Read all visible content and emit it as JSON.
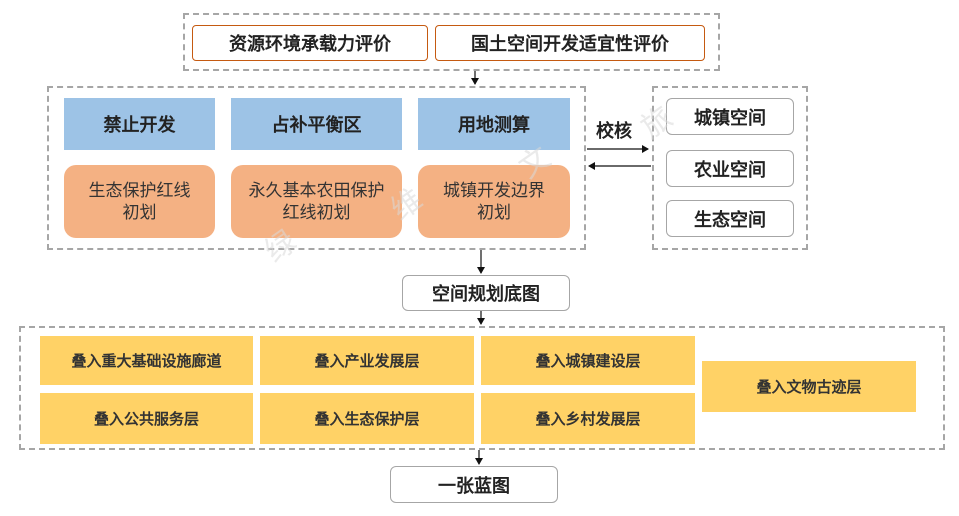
{
  "top": {
    "eval1": "资源环境承载力评价",
    "eval2": "国土空间开发适宜性评价"
  },
  "zones": {
    "blue": [
      "禁止开发",
      "占补平衡区",
      "用地测算"
    ],
    "salmon": [
      "生态保护红线\n初划",
      "永久基本农田保护\n红线初划",
      "城镇开发边界\n初划"
    ]
  },
  "verify_label": "校核",
  "spaces": [
    "城镇空间",
    "农业空间",
    "生态空间"
  ],
  "base_map": "空间规划底图",
  "layers": {
    "col1": [
      "叠入重大基础设施廊道",
      "叠入公共服务层"
    ],
    "col2": [
      "叠入产业发展层",
      "叠入生态保护层"
    ],
    "col3": [
      "叠入城镇建设层",
      "叠入乡村发展层"
    ],
    "col4": "叠入文物古迹层"
  },
  "final": "一张蓝图",
  "watermark": [
    "绿",
    "维",
    "文",
    "旅"
  ],
  "colors": {
    "blue": "#9dc3e6",
    "salmon": "#f4b183",
    "yellow": "#ffd266",
    "orange_border": "#c55a11",
    "dashed_border": "#a6a6a6"
  }
}
